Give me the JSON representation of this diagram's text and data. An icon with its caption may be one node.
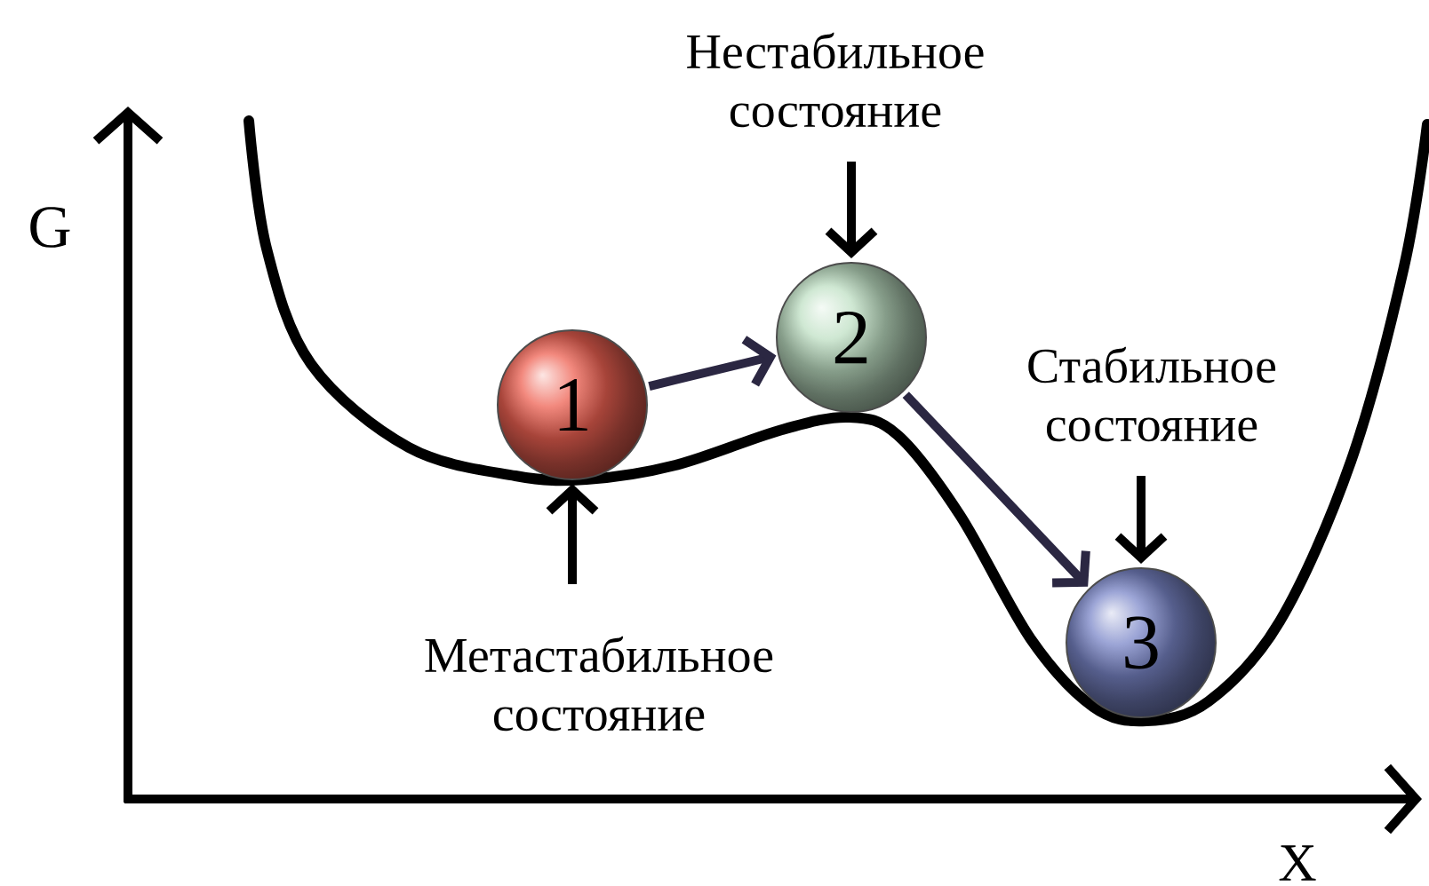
{
  "diagram": {
    "nodes": [
      {
        "text": [
          "1"
        ]
      },
      {
        "text": [
          "2"
        ]
      },
      {
        "text": [
          "3"
        ]
      },
      {
        "text": [
          "Метастабильное состояние"
        ]
      },
      {
        "text": [
          "Нестабильное состояние"
        ]
      },
      {
        "text": [
          "Стабильное состояние"
        ]
      }
    ],
    "edges": [
      {
        "from": 0,
        "to": 1,
        "arrow": "to",
        "color": "#2b2742"
      },
      {
        "from": 1,
        "to": 2,
        "arrow": "to",
        "color": "#2b2742"
      },
      {
        "from": 3,
        "to": 0,
        "arrow": "to"
      },
      {
        "from": 4,
        "to": 1,
        "arrow": "to"
      },
      {
        "from": 5,
        "to": 2,
        "arrow": "to"
      }
    ],
    "labels": [
      "G",
      "X"
    ]
  }
}
